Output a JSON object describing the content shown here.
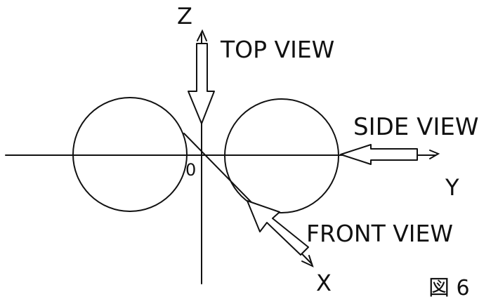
{
  "labels": {
    "z_axis": "Z",
    "y_axis": "Y",
    "x_axis": "X",
    "origin": "0",
    "top_view": "TOP VIEW",
    "side_view": "SIDE VIEW",
    "front_view": "FRONT VIEW",
    "figure": "図 6"
  },
  "colors": {
    "ink": "#111111",
    "background": "#ffffff"
  }
}
